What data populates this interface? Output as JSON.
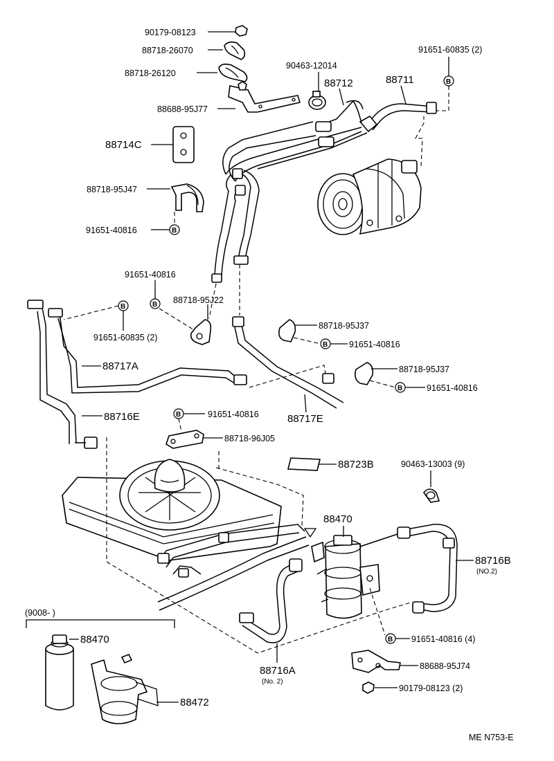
{
  "labels": {
    "p90179_08123_top": "90179-08123",
    "p88718_26070": "88718-26070",
    "p88718_26120": "88718-26120",
    "p88688_95J77": "88688-95J77",
    "p88714C": "88714C",
    "p88718_95J47": "88718-95J47",
    "p91651_40816_a": "91651-40816",
    "p90463_12014": "90463-12014",
    "p88712": "88712",
    "p88711": "88711",
    "p91651_60835_top": "91651-60835 (2)",
    "p91651_40816_b": "91651-40816",
    "p88718_95J22": "88718-95J22",
    "p91651_60835_mid": "91651-60835 (2)",
    "p88717A": "88717A",
    "p88716E": "88716E",
    "p88718_95J37_a": "88718-95J37",
    "p91651_40816_c": "91651-40816",
    "p88718_95J37_b": "88718-95J37",
    "p91651_40816_d": "91651-40816",
    "p88717E": "88717E",
    "p91651_40816_e": "91651-40816",
    "p88718_96J05": "88718-96J05",
    "p88723B": "88723B",
    "p90463_13003": "90463-13003 (9)",
    "p88470_main": "88470",
    "p88716B": "88716B",
    "p88716B_sub": "(NO.2)",
    "p91651_40816_f": "91651-40816 (4)",
    "p88688_95J74": "88688-95J74",
    "p90179_08123_bot": "90179-08123 (2)",
    "p88716A": "88716A",
    "p88716A_sub": "(No. 2)",
    "inset_header": "(9008-          )",
    "p88470_inset": "88470",
    "p88472": "88472",
    "bolt_mark": "B",
    "ref_code": "ME N753-E"
  }
}
